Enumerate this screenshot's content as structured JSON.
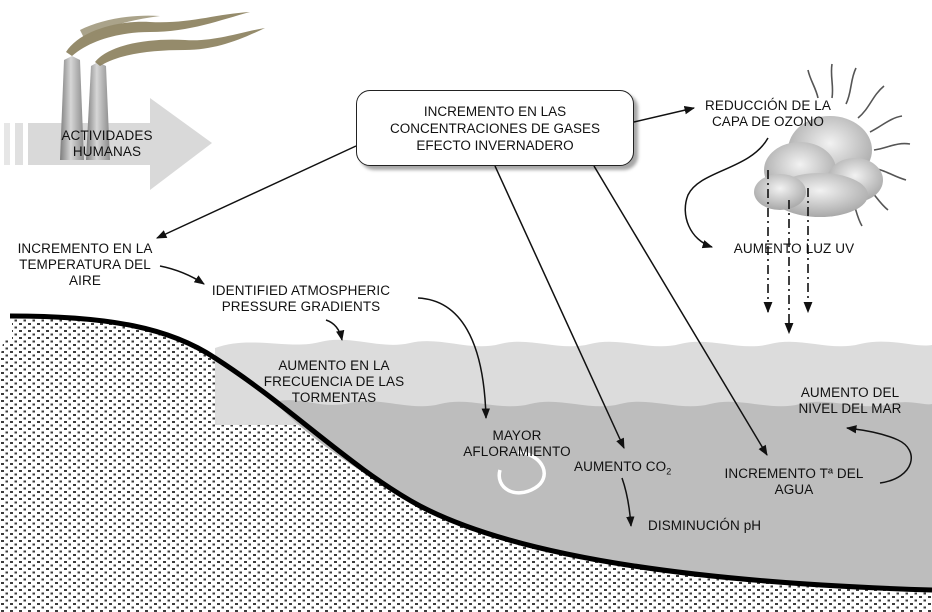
{
  "labels": {
    "human_activities": "ACTIVIDADES\nHUMANAS",
    "greenhouse_gases": "INCREMENTO EN LAS\nCONCENTRACIONES DE GASES\nEFECTO INVERNADERO",
    "ozone_reduction": "REDUCCIÓN DE LA\nCAPA DE OZONO",
    "uv_increase": "AUMENTO LUZ UV",
    "air_temperature": "INCREMENTO EN LA\nTEMPERATURA DEL\nAIRE",
    "pressure_gradients": "IDENTIFIED ATMOSPHERIC\nPRESSURE GRADIENTS",
    "storm_frequency": "AUMENTO EN LA\nFRECUENCIA DE LAS\nTORMENTAS",
    "sea_level": "AUMENTO DEL\nNIVEL DEL MAR",
    "upwelling": "MAYOR\nAFLORAMIENTO",
    "co2_prefix": "AUMENTO CO",
    "co2_subscript": "2",
    "water_temperature": "INCREMENTO Tª DEL\nAGUA",
    "ph_decrease": "DISMINUCIÓN pH"
  },
  "colors": {
    "smoke": "#8a7f5c",
    "chimney": "#9a9a9a",
    "arrow_band": "#d9d9d9",
    "wave": "#dcdcdc",
    "sea": "#bdbdbd",
    "seabed": "#000000",
    "cloud": "#cfcfcf"
  }
}
